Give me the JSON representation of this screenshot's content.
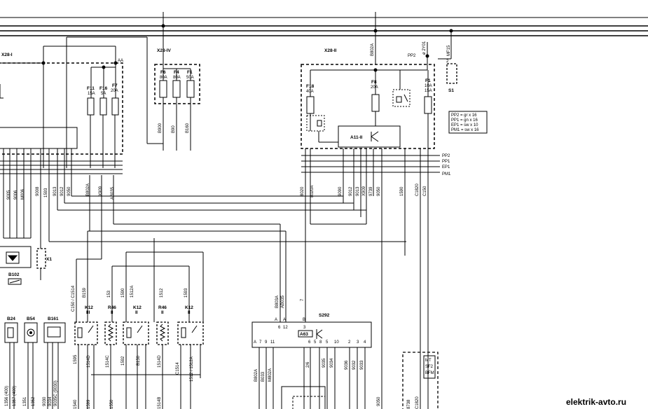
{
  "connectors": {
    "x28_i": "X28-I",
    "x28_iv": "X28-IV",
    "x28_ii": "X28-II",
    "aa": "AA"
  },
  "fuses": {
    "f11": {
      "name": "F11",
      "rating": "15A"
    },
    "f16": {
      "name": "F16",
      "rating": "5A"
    },
    "f7": {
      "name": "F7",
      "rating": "20A"
    },
    "f6": {
      "name": "F6",
      "rating": "80A"
    },
    "f4": {
      "name": "F4",
      "rating": "80A"
    },
    "f1a": {
      "name": "F1",
      "rating": "50A"
    },
    "f18": {
      "name": "F18",
      "rating": "40A"
    },
    "f8": {
      "name": "F8",
      "rating": "20A"
    },
    "f1b": {
      "name": "F1",
      "rating_top": "10A",
      "rating_bottom": "15A"
    }
  },
  "switch_s1": {
    "name": "S1",
    "wire": "MF15",
    "pin": "2",
    "node": "ø 2Y01",
    "bus": "PP2"
  },
  "module_a11": "A11-II",
  "legend": [
    "PP2 = gr x 16",
    "PP1 = gn x 16",
    "EP1 = sw x 10",
    "PM1 = sw x 16"
  ],
  "bus_labels": [
    "PP2",
    "PP1",
    "EP1",
    "PM1"
  ],
  "wires_left": [
    "9005",
    "9006",
    "M006"
  ],
  "wires_mid": [
    "9008",
    "1593",
    "9013",
    "9012",
    "9050",
    "B802A",
    "X909",
    "AB035"
  ],
  "wires_iv": [
    "B900",
    "B90",
    "B160"
  ],
  "wires_right": [
    "8020",
    "8020A",
    "9090",
    "9012",
    "9013",
    "X909",
    "9739",
    "9050",
    "1590",
    "C1820",
    "C150"
  ],
  "top_wire_b802a": "B802A",
  "components": {
    "x1": "X1",
    "b102": "B102",
    "b24": "B24",
    "b54": "B54",
    "b161": "B161",
    "k12a": {
      "name": "K12",
      "sub": "III"
    },
    "r46a": {
      "name": "R46",
      "sub": "II"
    },
    "k12b": {
      "name": "K12",
      "sub": "II"
    },
    "r46b": {
      "name": "R46",
      "sub": "II"
    },
    "k12c": {
      "name": "K12",
      "sub": "II"
    },
    "s292": "S292",
    "a63": "A63"
  },
  "vertical_labels_mid": [
    "C150 / C1514",
    "B159",
    "153",
    "1590",
    "1512A",
    "1512",
    "1593",
    "B803A",
    "AB035",
    "7"
  ],
  "bottom_labels": [
    "1595",
    "1514D",
    "1514C",
    "1592",
    "B150",
    "1514D",
    "C1514",
    "1512 / 1512A"
  ],
  "bottom_left_labels": [
    "1356 (400)",
    "1357 (400)",
    "1351",
    "1352",
    "9030",
    "9034",
    "9035C (9030)"
  ],
  "bottom_edge_labels": [
    "1540",
    "1599",
    "1550",
    "1514B"
  ],
  "s292_pins_top": [
    "A",
    "A",
    "6",
    "12",
    "3",
    "B"
  ],
  "s292_pins_bottom": [
    "A",
    "7",
    "9",
    "11",
    "6",
    "5",
    "8",
    "5",
    "10",
    "2",
    "3",
    "4"
  ],
  "s292_wires": [
    "B802A",
    "B033",
    "M802A",
    "2/6",
    "9035",
    "9034",
    "9036",
    "9032",
    "9033"
  ],
  "right_box_labels": [
    "MT",
    "SF2",
    "BFM"
  ],
  "right_wires": [
    "9050",
    "8738",
    "C1820"
  ],
  "watermark": "elektrik-avto.ru"
}
